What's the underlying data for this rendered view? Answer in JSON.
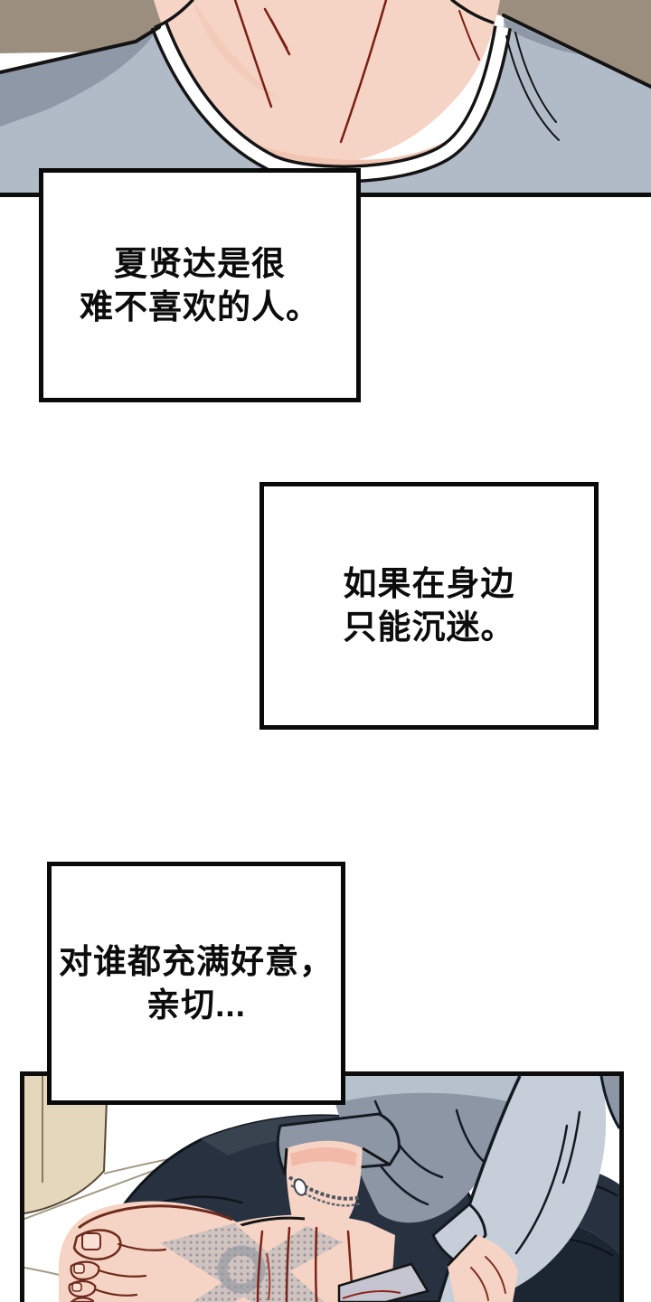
{
  "captions": [
    {
      "id": "caption-1",
      "lines": [
        "夏贤达是很",
        "难不喜欢的人。"
      ]
    },
    {
      "id": "caption-2",
      "lines": [
        "如果在身边",
        "只能沉迷。"
      ]
    },
    {
      "id": "caption-3",
      "lines": [
        "对谁都充满好意，",
        "亲切..."
      ]
    }
  ],
  "panels": {
    "top": {
      "alt": "Close-up of a man's neck and shoulders in a grey crew-neck shirt against a tan wall",
      "colors": {
        "backdrop": "#9c8e7e",
        "shirt": "#b1bbc8",
        "shirt_shadow": "#8e98a7",
        "collar_trim": "#ffffff",
        "skin": "#f6d4c5",
        "skin_shadow": "#f2c4b2",
        "tendon_line": "#7a1f14",
        "outline": "#141414"
      }
    },
    "bottom": {
      "alt": "Man sitting cross-legged on a cream sofa, tattooed hand with chain bracelet resting on his bare foot",
      "colors": {
        "sofa_beige": "#e5d7bc",
        "sofa_seam": "#a39a88",
        "trousers_navy": "#28313f",
        "trousers_dark": "#1c2633",
        "trousers_highlight": "#39434f",
        "cardigan_light": "#c6ced9",
        "cardigan_mid": "#8c96a4",
        "skin": "#f6d4c5",
        "foot_line": "#6e2a1c",
        "tattoo_grey": "#9aa0a8",
        "bracelet": "#4e565f",
        "cloth_lavender": "#c5c5d2"
      }
    }
  },
  "caption_style": {
    "text_color": "#0c0c0c",
    "border_color": "#0a0a0a",
    "fill": "#ffffff"
  }
}
